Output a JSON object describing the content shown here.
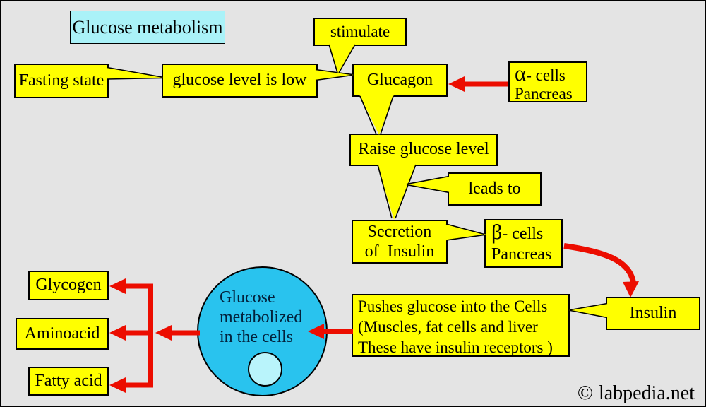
{
  "colors": {
    "background": "#e4e4e4",
    "frame_border": "#000000",
    "box_fill": "#ffff00",
    "box_border": "#000000",
    "title_fill": "#aaf2f8",
    "arrow_red": "#ec0d00",
    "cell_fill": "#29c3ee",
    "nucleus_fill": "#b9f4fb"
  },
  "title": {
    "label": "Glucose metabolism"
  },
  "boxes": {
    "stimulate": {
      "label": "stimulate"
    },
    "fasting_state": {
      "label": "Fasting state"
    },
    "glucose_low": {
      "label": "glucose level is low"
    },
    "glucagon": {
      "label": "Glucagon"
    },
    "alpha_cells": {
      "symbol": "α",
      "suffix": "- cells",
      "line2": "Pancreas"
    },
    "raise_glucose": {
      "label": "Raise glucose level"
    },
    "leads_to": {
      "label": "leads to"
    },
    "secretion": {
      "line1": "Secretion",
      "line2": "of  Insulin"
    },
    "beta_cells": {
      "symbol": "β",
      "suffix": "- cells",
      "line2": "Pancreas"
    },
    "insulin": {
      "label": "Insulin"
    },
    "pushes": {
      "line1": "Pushes glucose into the Cells",
      "line2": "(Muscles, fat cells and liver",
      "line3": "These have insulin receptors )"
    },
    "glycogen": {
      "label": "Glycogen"
    },
    "aminoacid": {
      "label": "Aminoacid"
    },
    "fatty_acid": {
      "label": "Fatty acid"
    }
  },
  "cell_circle": {
    "line1": "Glucose",
    "line2": "metabolized",
    "line3": "in the cells"
  },
  "watermark": {
    "copyright": "©",
    "site": "labpedia.net"
  }
}
